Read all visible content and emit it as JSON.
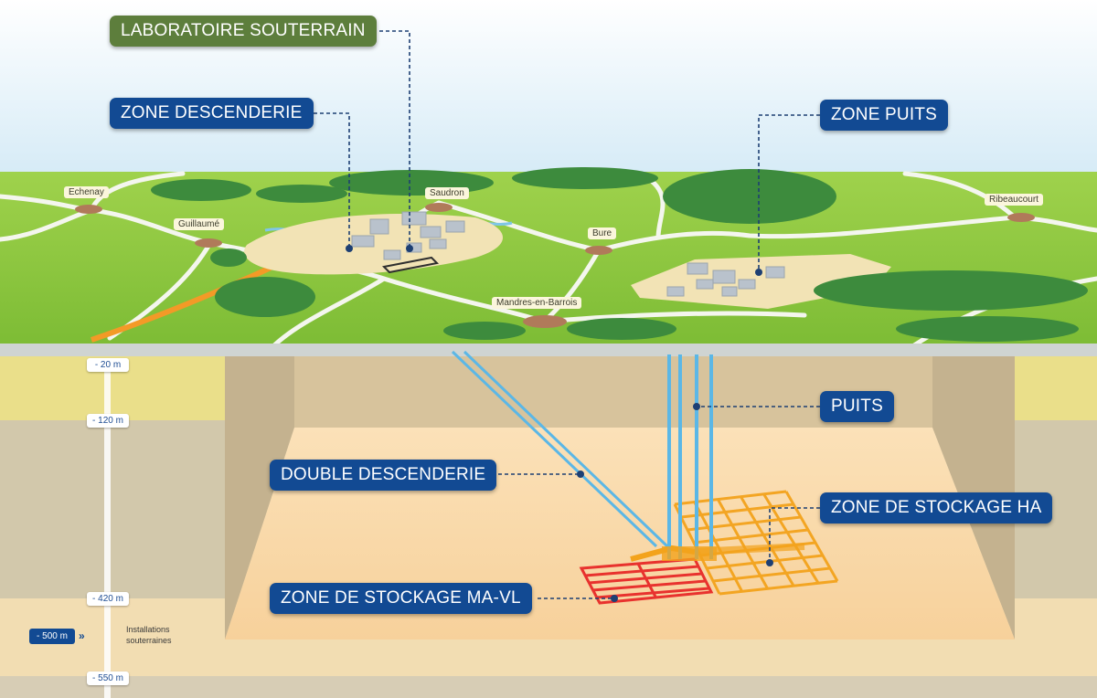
{
  "labels": {
    "laboratoire": "LABORATOIRE SOUTERRAIN",
    "zone_descenderie": "ZONE DESCENDERIE",
    "zone_puits": "ZONE PUITS",
    "puits": "PUITS",
    "double_descenderie": "DOUBLE DESCENDERIE",
    "zone_stockage_ha": "ZONE DE STOCKAGE HA",
    "zone_stockage_mavl": "ZONE DE STOCKAGE MA-VL"
  },
  "villages": {
    "echenay": "Echenay",
    "guillaume": "Guillaumé",
    "saudron": "Saudron",
    "bure": "Bure",
    "mandres": "Mandres-en-Barrois",
    "ribeaucourt": "Ribeaucourt"
  },
  "depths": {
    "d20": "- 20 m",
    "d120": "- 120 m",
    "d420": "- 420 m",
    "d500": "- 500 m",
    "d550": "- 550 m"
  },
  "installations": [
    "Installations",
    "souterraines"
  ],
  "colors": {
    "label_blue": "#124a93",
    "label_green": "#5d7e3c",
    "grass": "#8cc63f",
    "shaft_blue": "#5bb7e6",
    "storage_red": "#e8322e",
    "storage_orange": "#f3a31c"
  }
}
